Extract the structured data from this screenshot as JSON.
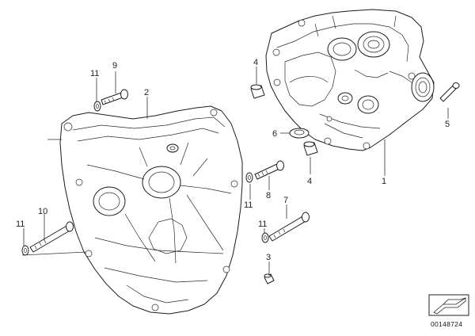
{
  "diagram": {
    "callouts": [
      {
        "id": "c1",
        "text": "1"
      },
      {
        "id": "c2",
        "text": "2"
      },
      {
        "id": "c3",
        "text": "3"
      },
      {
        "id": "c4a",
        "text": "4"
      },
      {
        "id": "c4b",
        "text": "4"
      },
      {
        "id": "c5",
        "text": "5"
      },
      {
        "id": "c6",
        "text": "6"
      },
      {
        "id": "c7",
        "text": "7"
      },
      {
        "id": "c8",
        "text": "8"
      },
      {
        "id": "c9",
        "text": "9"
      },
      {
        "id": "c10",
        "text": "10"
      },
      {
        "id": "c11a",
        "text": "11"
      },
      {
        "id": "c11b",
        "text": "11"
      },
      {
        "id": "c11c",
        "text": "11"
      },
      {
        "id": "c11d",
        "text": "11"
      }
    ],
    "diagram_id": "00148724"
  }
}
